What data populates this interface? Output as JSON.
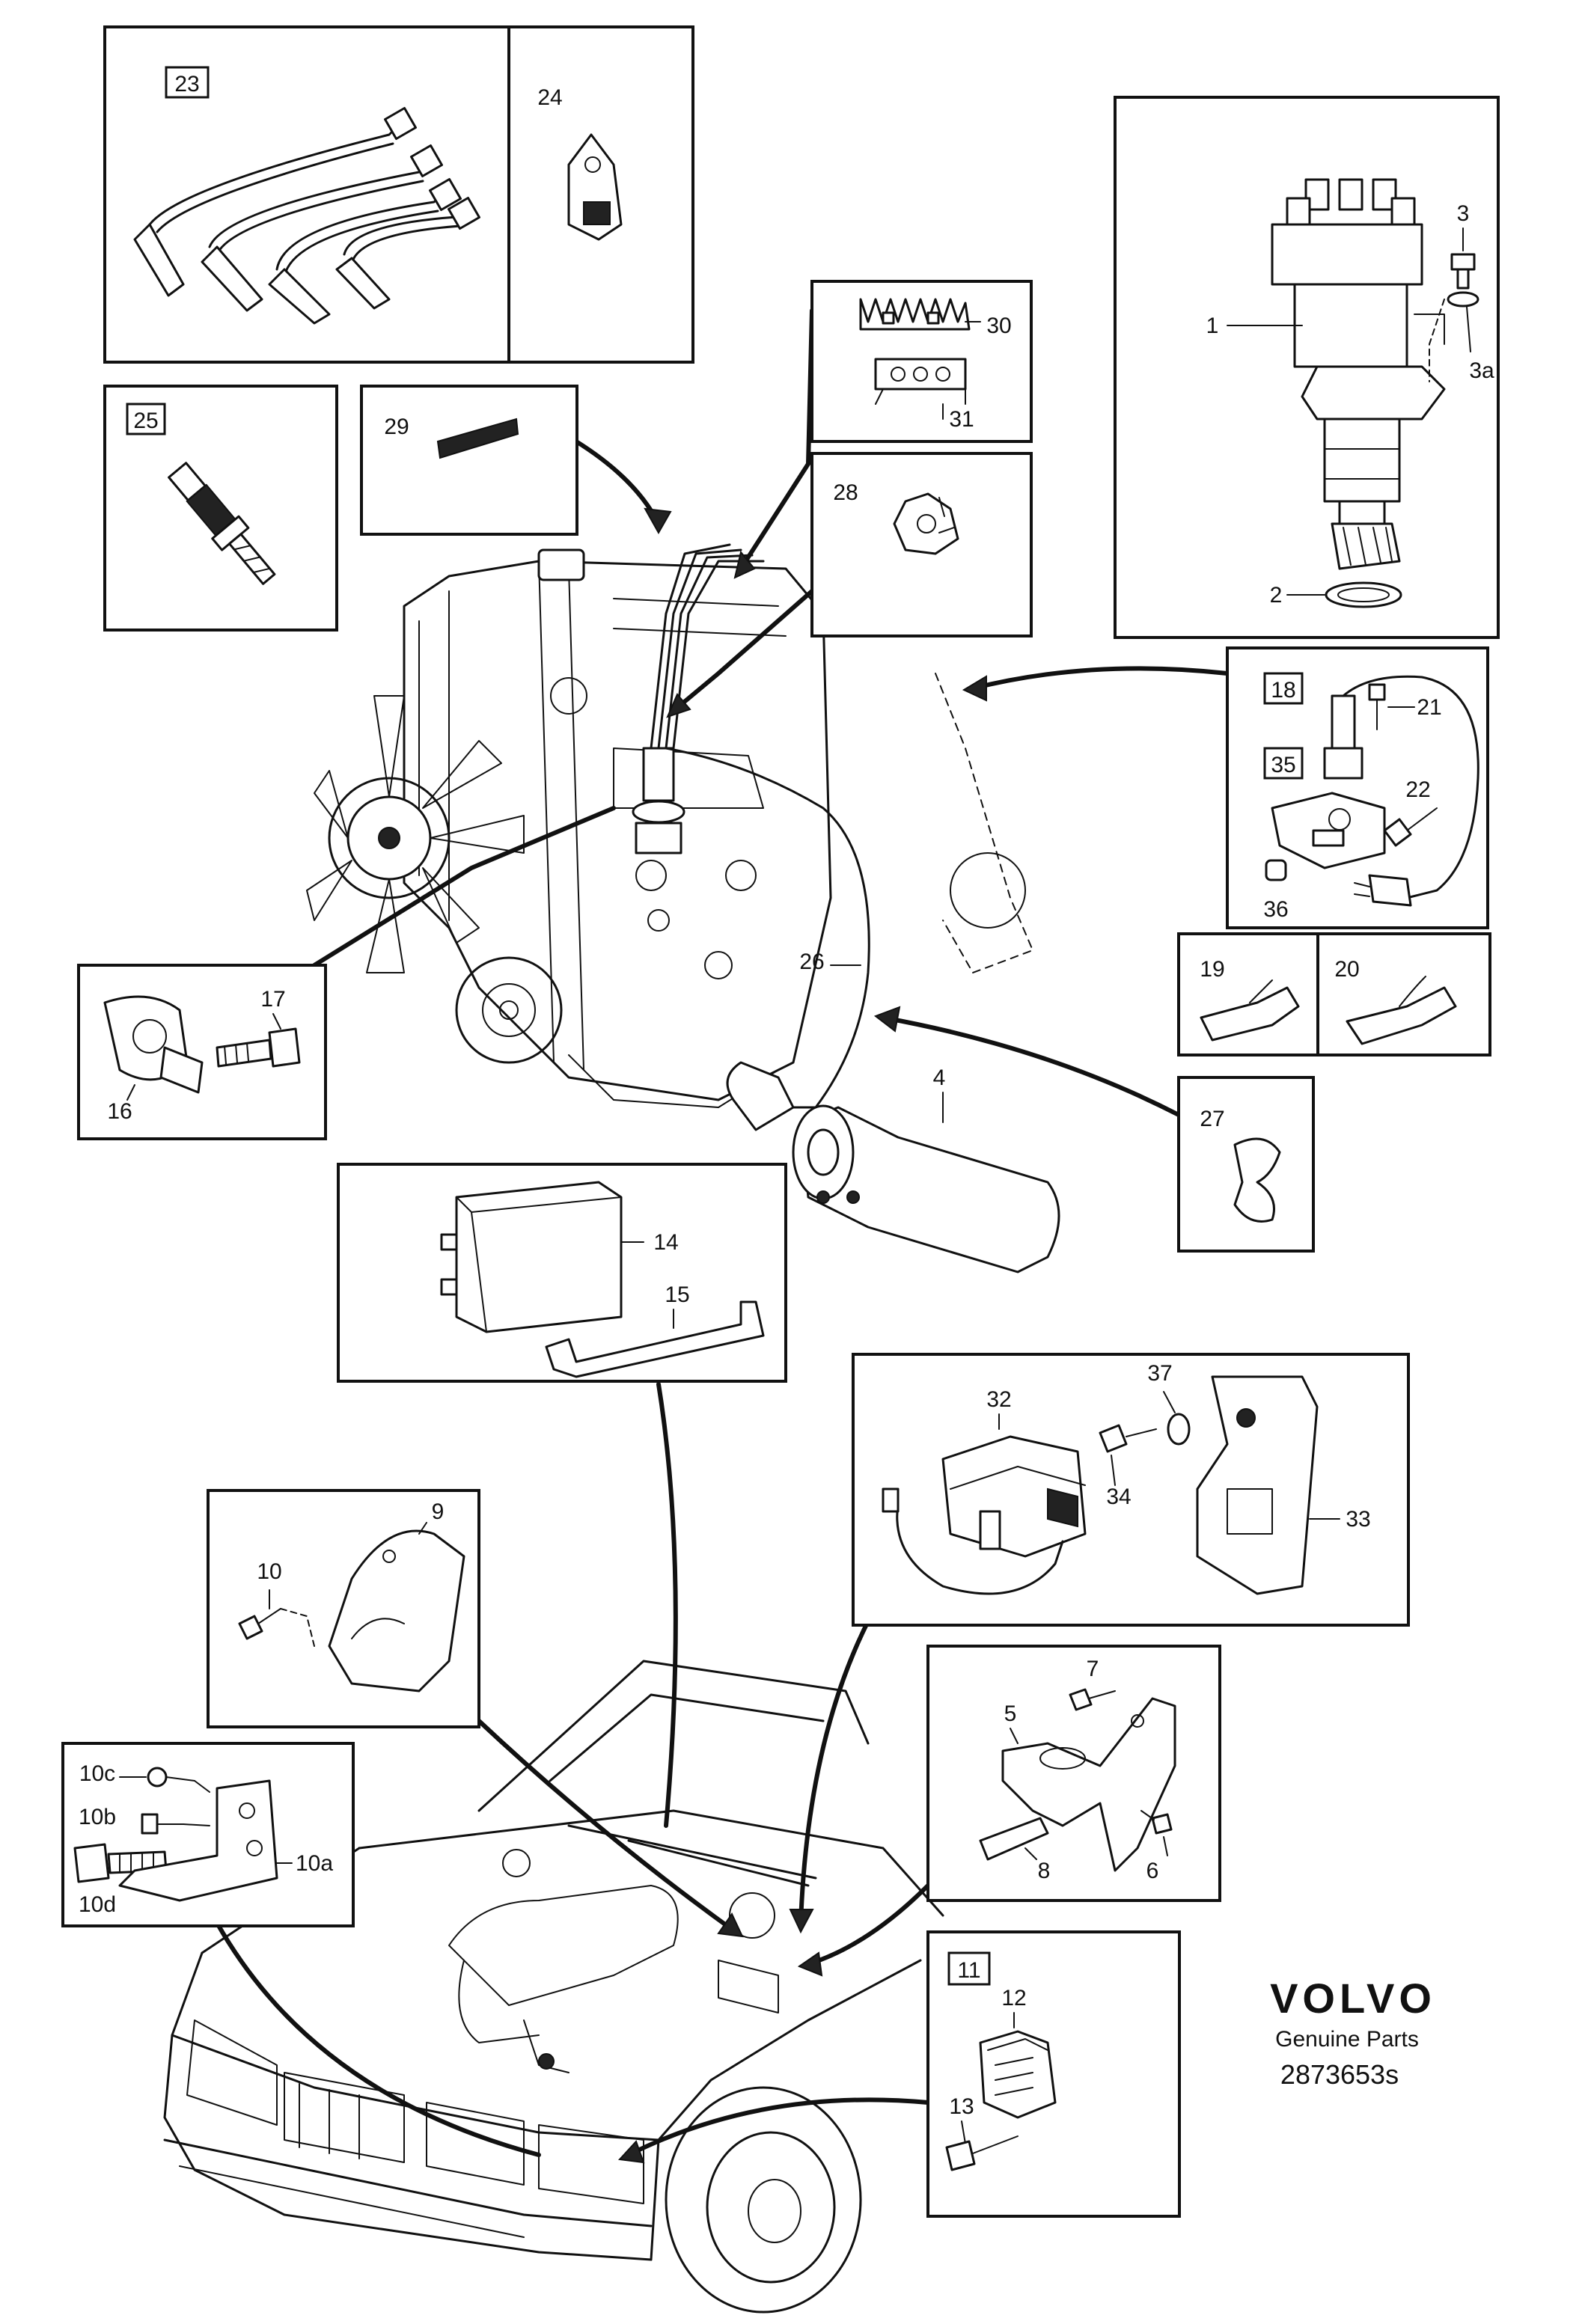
{
  "callouts": {
    "c1": "1",
    "c2": "2",
    "c3": "3",
    "c3a": "3a",
    "c4": "4",
    "c5": "5",
    "c6": "6",
    "c7": "7",
    "c8": "8",
    "c9": "9",
    "c10": "10",
    "c10a": "10a",
    "c10b": "10b",
    "c10c": "10c",
    "c10d": "10d",
    "c11": "11",
    "c12": "12",
    "c13": "13",
    "c14": "14",
    "c15": "15",
    "c16": "16",
    "c17": "17",
    "c18": "18",
    "c19": "19",
    "c20": "20",
    "c21": "21",
    "c22": "22",
    "c23": "23",
    "c24": "24",
    "c25": "25",
    "c26": "26",
    "c27": "27",
    "c28": "28",
    "c29": "29",
    "c30": "30",
    "c31": "31",
    "c32": "32",
    "c33": "33",
    "c34": "34",
    "c35": "35",
    "c36": "36",
    "c37": "37"
  },
  "brand": {
    "wordmark": "VOLVO",
    "subtitle": "Genuine Parts",
    "diagram_code": "2873653s"
  }
}
